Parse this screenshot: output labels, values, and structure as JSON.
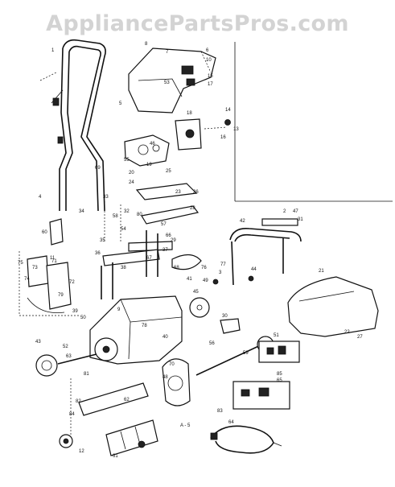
{
  "watermark": "AppliancePartsPros.com",
  "callouts": [
    "1",
    "2",
    "3",
    "4",
    "5",
    "6",
    "7",
    "8",
    "9",
    "10",
    "11",
    "12",
    "13",
    "14",
    "15",
    "16",
    "17",
    "18",
    "19",
    "20",
    "21",
    "22",
    "23",
    "24",
    "25",
    "26",
    "27",
    "28",
    "29",
    "30",
    "31",
    "32",
    "33",
    "34",
    "35",
    "36",
    "37",
    "38",
    "39",
    "40",
    "41",
    "42",
    "43",
    "44",
    "45",
    "46",
    "47",
    "48",
    "49",
    "50",
    "51",
    "52",
    "53",
    "54",
    "55",
    "56",
    "57",
    "58",
    "59",
    "60",
    "61",
    "62",
    "63",
    "64",
    "65",
    "66",
    "67",
    "68",
    "69",
    "70",
    "71",
    "72",
    "73",
    "74",
    "75",
    "76",
    "77",
    "78",
    "79",
    "80",
    "81",
    "82",
    "83",
    "84",
    "85"
  ],
  "note_label": "A - 5"
}
